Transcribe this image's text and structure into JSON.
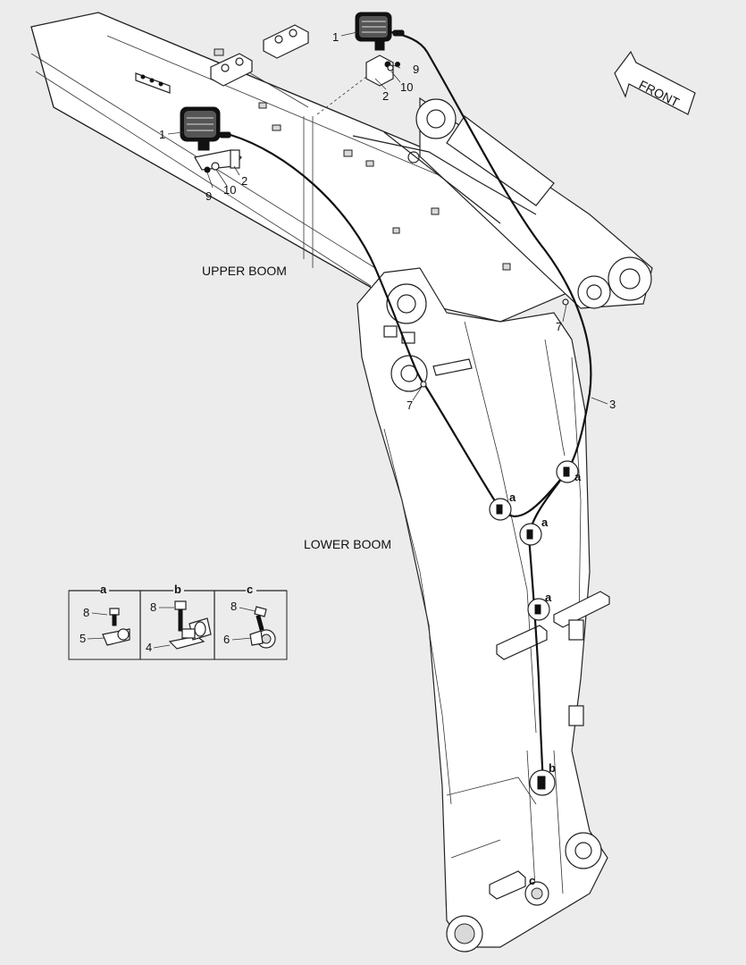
{
  "labels": {
    "upper_boom": "UPPER BOOM",
    "lower_boom": "LOWER BOOM",
    "front": "FRONT"
  },
  "callouts": {
    "c1a": "1",
    "c1b": "1",
    "c2a": "2",
    "c2b": "2",
    "c3": "3",
    "c7a": "7",
    "c7b": "7",
    "c9a": "9",
    "c9b": "9",
    "c10a": "10",
    "c10b": "10"
  },
  "markers": {
    "m_a1": "a",
    "m_a2": "a",
    "m_a3": "a",
    "m_a4": "a",
    "m_b": "b",
    "m_c": "c"
  },
  "detail_panel": {
    "cells": [
      {
        "key": "a",
        "top": "8",
        "bottom": "5"
      },
      {
        "key": "b",
        "top": "8",
        "bottom": "4"
      },
      {
        "key": "c",
        "top": "8",
        "bottom": "6"
      }
    ]
  }
}
